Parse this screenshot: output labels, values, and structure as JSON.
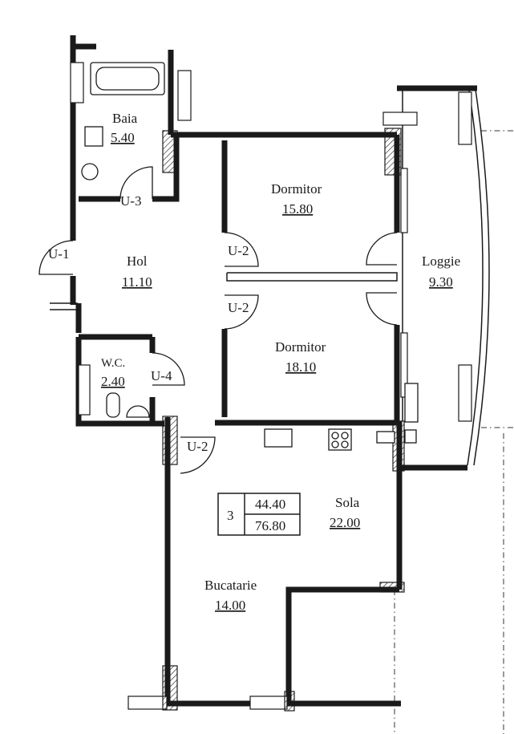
{
  "rooms": {
    "baia": {
      "name": "Baia",
      "area": "5.40"
    },
    "dormitor1": {
      "name": "Dormitor",
      "area": "15.80"
    },
    "hol": {
      "name": "Hol",
      "area": "11.10"
    },
    "loggie": {
      "name": "Loggie",
      "area": "9.30"
    },
    "dormitor2": {
      "name": "Dormitor",
      "area": "18.10"
    },
    "wc": {
      "name": "W.C.",
      "area": "2.40"
    },
    "sola": {
      "name": "Sola",
      "area": "22.00"
    },
    "bucatarie": {
      "name": "Bucatarie",
      "area": "14.00"
    }
  },
  "doors": {
    "u1": "U-1",
    "u2_top": "U-2",
    "u2_mid": "U-2",
    "u2_low": "U-2",
    "u3": "U-3",
    "u4": "U-4"
  },
  "summary": {
    "rooms_count": "3",
    "living_area": "44.40",
    "total_area": "76.80"
  }
}
